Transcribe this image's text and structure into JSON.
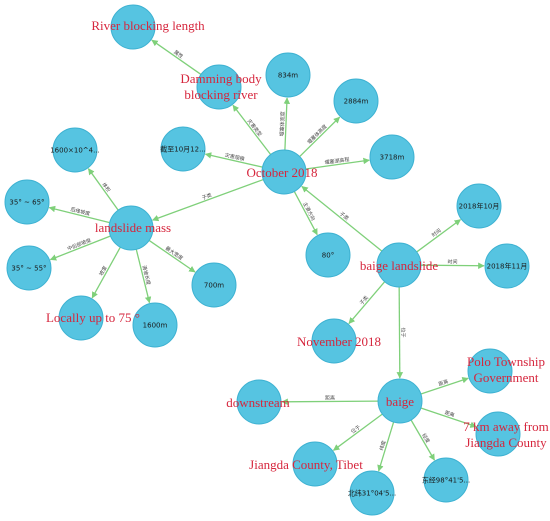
{
  "colors": {
    "node_fill": "#56c4e1",
    "node_stroke": "#3eb2d2",
    "edge": "#7fd07a",
    "big_label": "#d6263d",
    "small_label": "#1a1a1a",
    "edge_label": "#444444"
  },
  "nodes": {
    "river_blocking_length": {
      "label": "River blocking length"
    },
    "damming_body": {
      "label": "Damming body blocking river"
    },
    "n_834m": {
      "label": "834m"
    },
    "n_2884m": {
      "label": "2884m"
    },
    "n_3718m": {
      "label": "3718m"
    },
    "cutoff_oct12": {
      "label": "截至10月12..."
    },
    "october_2018": {
      "label": "October 2018"
    },
    "n_1600x10": {
      "label": "1600×10^4..."
    },
    "slope_35_65": {
      "label": "35° ~ 65°"
    },
    "landslide_mass": {
      "label": "landslide mass"
    },
    "slope_35_55": {
      "label": "35° ~ 55°"
    },
    "locally_75": {
      "label": "Locally up to 75 °"
    },
    "n_1600m": {
      "label": "1600m"
    },
    "n_700m": {
      "label": "700m"
    },
    "n_80deg": {
      "label": "80°"
    },
    "oct_2018_cn": {
      "label": "2018年10月"
    },
    "nov_2018_cn": {
      "label": "2018年11月"
    },
    "baige_landslide": {
      "label": "baige landslide"
    },
    "november_2018": {
      "label": "November 2018"
    },
    "baige": {
      "label": "baige"
    },
    "downstream": {
      "label": "downstream"
    },
    "polo_township": {
      "label": "Polo Township Government"
    },
    "jiangda_7km": {
      "label": "7 km away from Jiangda County"
    },
    "jiangda_tibet": {
      "label": "Jiangda County, Tibet"
    },
    "lat": {
      "label": "北纬31°04'5..."
    },
    "lon": {
      "label": "东经98°41'5..."
    }
  },
  "edges": [
    {
      "from": "damming_body",
      "to": "river_blocking_length",
      "label": "属性"
    },
    {
      "from": "october_2018",
      "to": "damming_body",
      "label": "灾害类型"
    },
    {
      "from": "october_2018",
      "to": "n_834m",
      "label": "堰塞体宽度"
    },
    {
      "from": "october_2018",
      "to": "n_2884m",
      "label": "堰塞体高度"
    },
    {
      "from": "october_2018",
      "to": "n_3718m",
      "label": "堰塞湖高程"
    },
    {
      "from": "october_2018",
      "to": "cutoff_oct12",
      "label": "灾害规模"
    },
    {
      "from": "october_2018",
      "to": "n_80deg",
      "label": "主滑方向"
    },
    {
      "from": "october_2018",
      "to": "landslide_mass",
      "label": "子类"
    },
    {
      "from": "landslide_mass",
      "to": "n_1600x10",
      "label": "体积"
    },
    {
      "from": "landslide_mass",
      "to": "slope_35_65",
      "label": "后缘坡度"
    },
    {
      "from": "landslide_mass",
      "to": "slope_35_55",
      "label": "中后部坡度"
    },
    {
      "from": "landslide_mass",
      "to": "locally_75",
      "label": "坡度"
    },
    {
      "from": "landslide_mass",
      "to": "n_1600m",
      "label": "滑坡长度"
    },
    {
      "from": "landslide_mass",
      "to": "n_700m",
      "label": "最大宽度"
    },
    {
      "from": "baige_landslide",
      "to": "october_2018",
      "label": "子类"
    },
    {
      "from": "baige_landslide",
      "to": "oct_2018_cn",
      "label": "时间"
    },
    {
      "from": "baige_landslide",
      "to": "nov_2018_cn",
      "label": "时间"
    },
    {
      "from": "baige_landslide",
      "to": "november_2018",
      "label": "子类"
    },
    {
      "from": "baige_landslide",
      "to": "baige",
      "label": "位于"
    },
    {
      "from": "baige",
      "to": "downstream",
      "label": "距离"
    },
    {
      "from": "baige",
      "to": "polo_township",
      "label": "距离"
    },
    {
      "from": "baige",
      "to": "jiangda_7km",
      "label": "距离"
    },
    {
      "from": "baige",
      "to": "jiangda_tibet",
      "label": "位于"
    },
    {
      "from": "baige",
      "to": "lat",
      "label": "纬度"
    },
    {
      "from": "baige",
      "to": "lon",
      "label": "经度"
    }
  ]
}
